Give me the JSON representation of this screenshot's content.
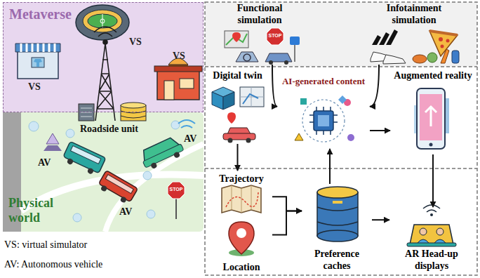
{
  "diagram": {
    "nodes": [
      {
        "text": [
          "Metaverse"
        ]
      },
      {
        "text": [
          "Physical world"
        ]
      },
      {
        "text": [
          "Functional simulation"
        ]
      },
      {
        "text": [
          "Infotainment simulation"
        ]
      },
      {
        "text": [
          "Digital twin"
        ]
      },
      {
        "text": [
          "AI-generated content"
        ]
      },
      {
        "text": [
          "Augmented reality"
        ]
      },
      {
        "text": [
          "Trajectory"
        ]
      },
      {
        "text": [
          "Location"
        ]
      },
      {
        "text": [
          "Preference caches"
        ]
      },
      {
        "text": [
          "AR Head-up displays"
        ]
      }
    ],
    "edges": [
      {
        "from": 2,
        "to": 5,
        "arrow": "to"
      },
      {
        "from": 3,
        "to": 5,
        "arrow": "to"
      },
      {
        "from": 4,
        "to": 7,
        "arrow": "to"
      },
      {
        "from": 5,
        "to": 6,
        "arrow": "to"
      },
      {
        "from": 6,
        "to": 10,
        "arrow": "to"
      },
      {
        "from": 7,
        "to": 9,
        "arrow": "to"
      },
      {
        "from": 8,
        "to": 9,
        "arrow": "to"
      },
      {
        "from": 9,
        "to": 5,
        "arrow": "to"
      },
      {
        "from": 9,
        "to": 10,
        "arrow": "to"
      }
    ],
    "labels": [
      "VS",
      "VS",
      "VS",
      "Roadside unit",
      "AV",
      "AV",
      "AV",
      "STOP",
      "STOP",
      "VS: virtual simulator",
      "AV: Autonomous vehicle"
    ]
  }
}
